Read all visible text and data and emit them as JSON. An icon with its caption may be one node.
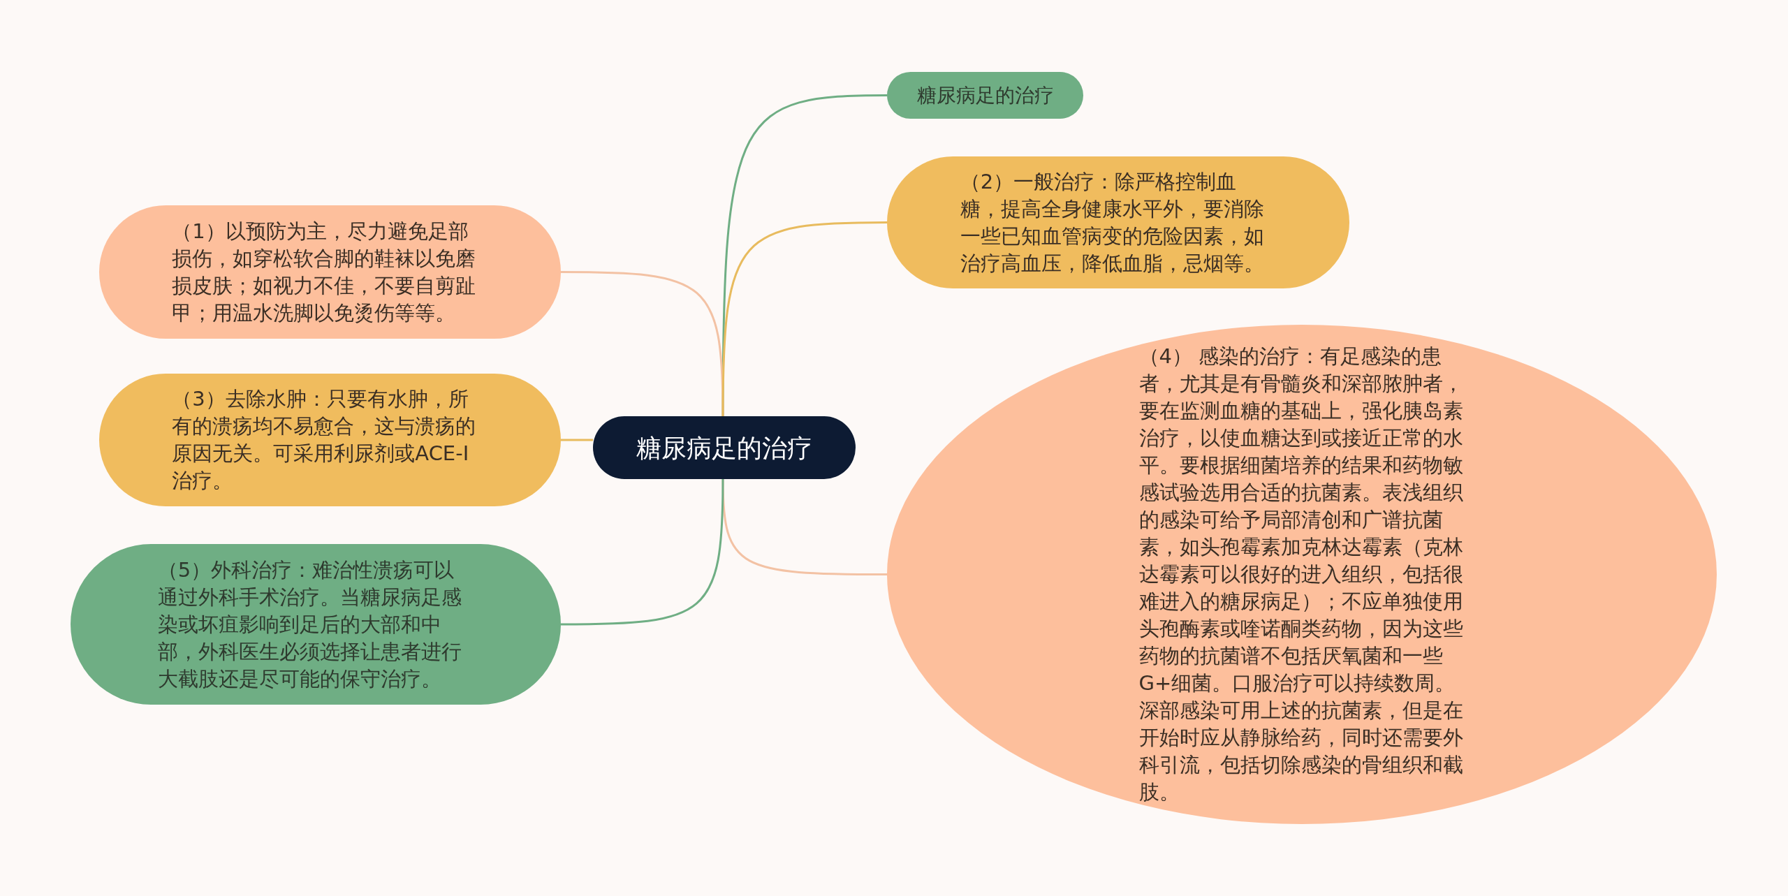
{
  "diagram": {
    "nodes": [
      {
        "text": [
          "糖尿病足的治疗"
        ]
      },
      {
        "text": [
          "糖尿病足的治疗"
        ]
      },
      {
        "text": [
          "（1）以预防为主，尽力避免足部损伤，如穿松软合脚的鞋袜以免磨损皮肤；如视力不佳，不要自剪趾甲；用温水洗脚以免烫伤等等。"
        ]
      },
      {
        "text": [
          "（2）一般治疗：除严格控制血糖，提高全身健康水平外，要消除一些已知血管病变的危险因素，如治疗高血压，降低血脂，忌烟等。"
        ]
      },
      {
        "text": [
          "（3）去除水肿：只要有水肿，所有的溃疡均不易愈合，这与溃疡的原因无关。可采用利尿剂或ACE-I治疗。"
        ]
      },
      {
        "text": [
          "（4） 感染的治疗：有足感染的患者，尤其是有骨髓炎和深部脓肿者，要在监测血糖的基础上，强化胰岛素治疗，以使血糖达到或接近正常的水平。要根据细菌培养的结果和药物敏感试验选用合适的抗菌素。表浅组织的感染可给予局部清创和广谱抗菌素，如头孢霉素加克林达霉素（克林达霉素可以很好的进入组织，包括很难进入的糖尿病足）；不应单独使用头孢酶素或喹诺酮类药物，因为这些药物的抗菌谱不包括厌氧菌和一些G+细菌。口服治疗可以持续数周。深部感染可用上述的抗菌素，但是在开始时应从静脉给药，同时还需要外科引流，包括切除感染的骨组织和截肢。"
        ]
      },
      {
        "text": [
          "（5）外科治疗：难治性溃疡可以通过外科手术治疗。当糖尿病足感染或坏疽影响到足后的大部和中部，外科医生必须选择让患者进行大截肢还是尽可能的保守治疗。"
        ]
      }
    ],
    "edges": [
      {
        "from": 0,
        "to": 1,
        "arrow": "none",
        "color": "#6fae84"
      },
      {
        "from": 0,
        "to": 2,
        "arrow": "none",
        "color": "#f3c2a4"
      },
      {
        "from": 0,
        "to": 3,
        "arrow": "none",
        "color": "#e8bb5e"
      },
      {
        "from": 0,
        "to": 4,
        "arrow": "none",
        "color": "#e8bb5e"
      },
      {
        "from": 0,
        "to": 5,
        "arrow": "none",
        "color": "#f3c2a4"
      },
      {
        "from": 0,
        "to": 6,
        "arrow": "none",
        "color": "#6fae84"
      }
    ]
  }
}
